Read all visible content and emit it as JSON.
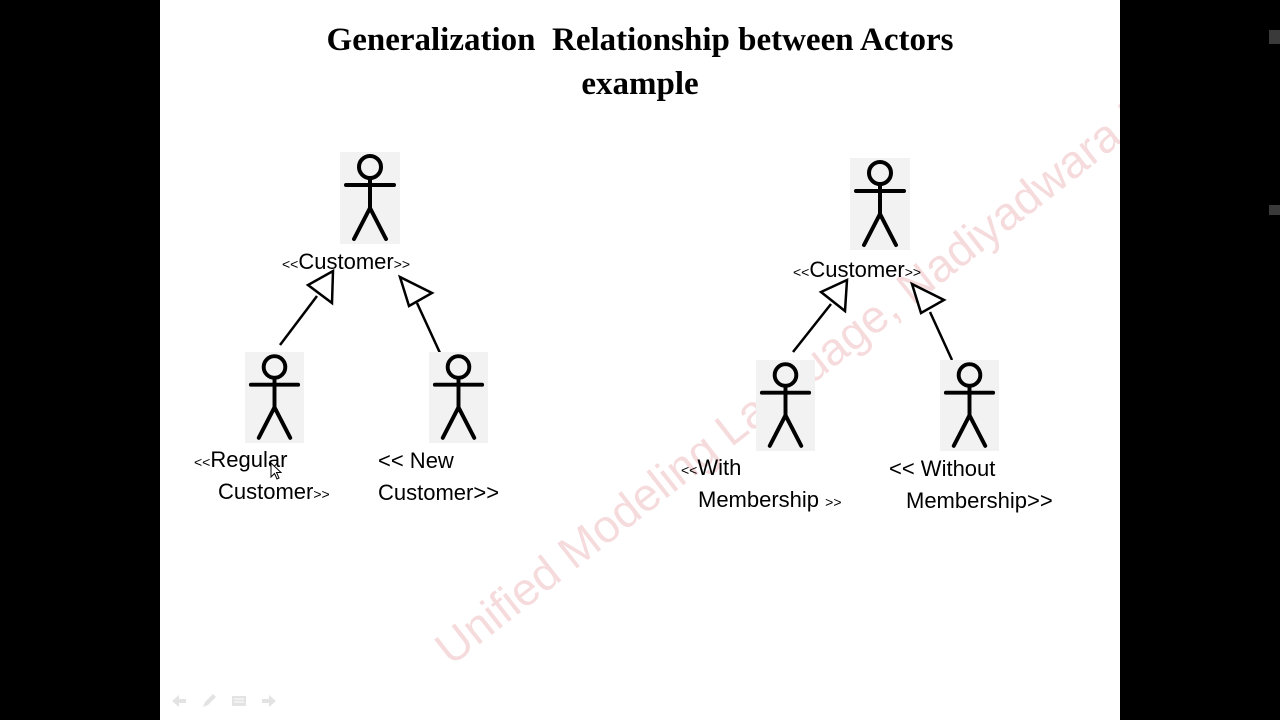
{
  "title": {
    "line1": "Generalization  Relationship between Actors",
    "line2": "example"
  },
  "left_diagram": {
    "parent": {
      "open": "<<",
      "name": "Customer",
      "close": ">>"
    },
    "child1": {
      "open": "<<",
      "line1": "Regular",
      "line2": "Customer",
      "close": ">>"
    },
    "child2": {
      "line1": "<< New",
      "line2": "Customer>>"
    }
  },
  "right_diagram": {
    "parent": {
      "open": "<<",
      "name": "Customer",
      "close": ">>"
    },
    "child1": {
      "open": "<<",
      "line1": "With",
      "line2": "Membership",
      "close": ">>"
    },
    "child2": {
      "line1": "<< Without",
      "line2": "Membership>>"
    }
  },
  "watermark": "Unified Modeling Language, Nadiyadwara Patel",
  "nav_icons": [
    "back-arrow-icon",
    "pen-icon",
    "menu-icon",
    "forward-arrow-icon"
  ],
  "colors": {
    "slide_background": "#ffffff",
    "frame_background": "#000000",
    "watermark": "#d75a64",
    "actor_background": "#f2f2f2"
  }
}
